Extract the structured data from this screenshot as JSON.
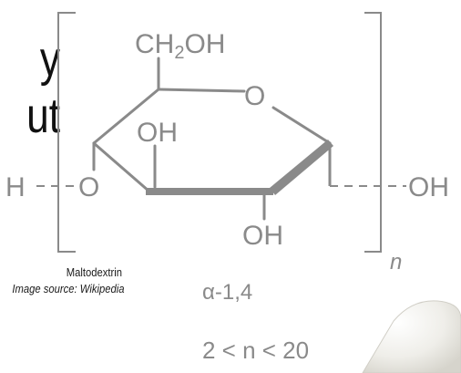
{
  "headline": {
    "line1": "y",
    "line2": "ut"
  },
  "caption": {
    "name": "Maltodextrin",
    "source": "Image source: Wikipedia"
  },
  "structure": {
    "ch2oh": "CH",
    "ch2oh_sub": "2",
    "ch2oh_tail": "OH",
    "ring_o": "O",
    "oh_upper": "OH",
    "oh_lower": "OH",
    "h_left": "H",
    "o_left": "O",
    "oh_right": "OH",
    "repeat_n": "n",
    "linkage": "α-1,4",
    "range": "2 < n < 20"
  },
  "colors": {
    "structure": "#8a8a8a",
    "text": "#111111",
    "pill": "#e8e6e0"
  }
}
